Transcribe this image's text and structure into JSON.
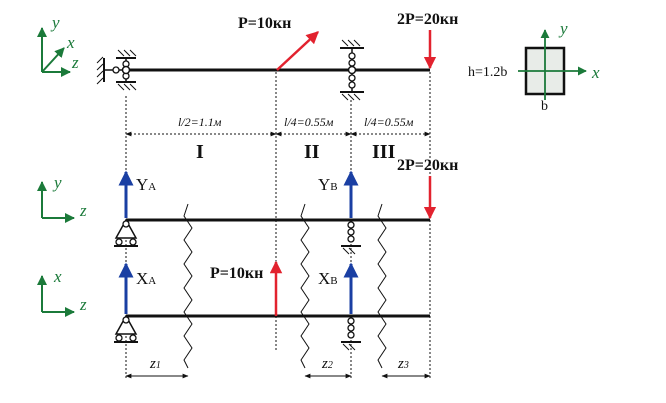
{
  "loads": {
    "p_label": "P=10кн",
    "p2_label": "2P=20кн",
    "p_label_xz": "P=10кн",
    "p2_label_yz": "2P=20кн"
  },
  "spans": {
    "s1": "l/2=1.1м",
    "s2": "l/4=0.55м",
    "s3": "l/4=0.55м"
  },
  "sections": {
    "r1": "I",
    "r2": "II",
    "r3": "III"
  },
  "reactions": {
    "ya_main": "Y",
    "ya_sub": "A",
    "yb_main": "Y",
    "yb_sub": "B",
    "xa_main": "X",
    "xa_sub": "A",
    "xb_main": "X",
    "xb_sub": "B"
  },
  "zones": {
    "z1": "z",
    "z1_sub": "1",
    "z2": "z",
    "z2_sub": "2",
    "z3": "z",
    "z3_sub": "3"
  },
  "axes": {
    "top": {
      "y": "y",
      "x": "x",
      "z": "z"
    },
    "yz": {
      "y": "y",
      "z": "z"
    },
    "xz": {
      "x": "x",
      "z": "z"
    },
    "section": {
      "y": "y",
      "x": "x"
    }
  },
  "cross_section": {
    "h_label": "h=1.2b",
    "b_label": "b"
  },
  "colors": {
    "beam": "#111111",
    "force_red": "#e2222e",
    "reaction_blue": "#1a3fa3",
    "axis_green": "#1b7a3a",
    "section_fill": "#e8ece8"
  }
}
